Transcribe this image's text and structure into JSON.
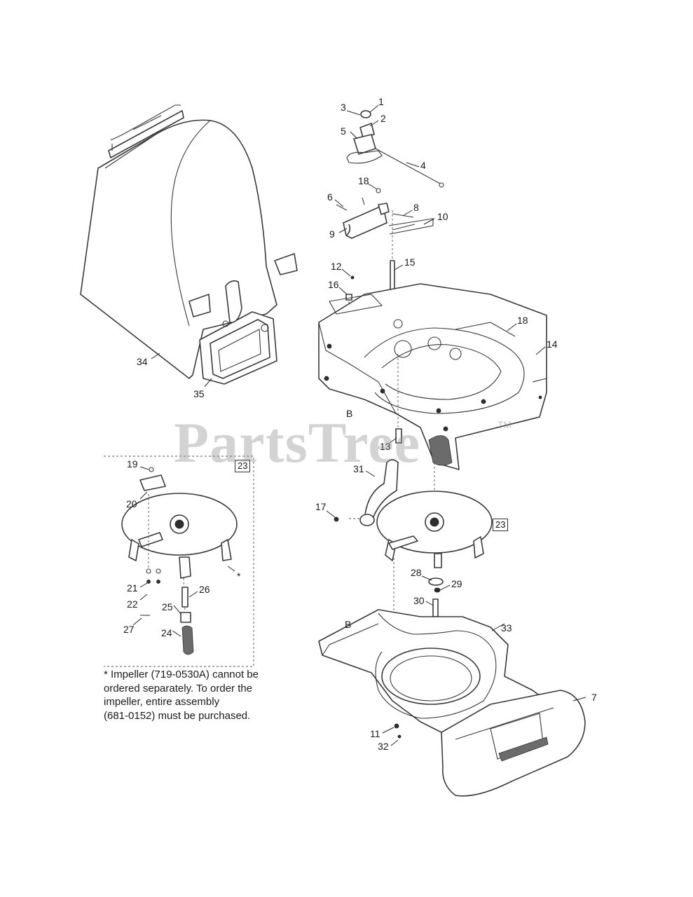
{
  "diagram": {
    "callouts": [
      {
        "id": "1",
        "label": "1"
      },
      {
        "id": "2",
        "label": "2"
      },
      {
        "id": "3",
        "label": "3"
      },
      {
        "id": "4",
        "label": "4"
      },
      {
        "id": "5",
        "label": "5"
      },
      {
        "id": "6",
        "label": "6"
      },
      {
        "id": "7",
        "label": "7"
      },
      {
        "id": "8",
        "label": "8"
      },
      {
        "id": "9",
        "label": "9"
      },
      {
        "id": "10",
        "label": "10"
      },
      {
        "id": "11",
        "label": "11"
      },
      {
        "id": "12",
        "label": "12"
      },
      {
        "id": "13",
        "label": "13"
      },
      {
        "id": "14",
        "label": "14"
      },
      {
        "id": "15",
        "label": "15"
      },
      {
        "id": "16",
        "label": "16"
      },
      {
        "id": "17",
        "label": "17"
      },
      {
        "id": "18a",
        "label": "18"
      },
      {
        "id": "18b",
        "label": "18"
      },
      {
        "id": "19",
        "label": "19"
      },
      {
        "id": "20",
        "label": "20"
      },
      {
        "id": "21",
        "label": "21"
      },
      {
        "id": "22",
        "label": "22"
      },
      {
        "id": "24",
        "label": "24"
      },
      {
        "id": "25",
        "label": "25"
      },
      {
        "id": "26",
        "label": "26"
      },
      {
        "id": "27",
        "label": "27"
      },
      {
        "id": "28",
        "label": "28"
      },
      {
        "id": "29",
        "label": "29"
      },
      {
        "id": "30",
        "label": "30"
      },
      {
        "id": "31",
        "label": "31"
      },
      {
        "id": "32",
        "label": "32"
      },
      {
        "id": "33",
        "label": "33"
      },
      {
        "id": "34",
        "label": "34"
      },
      {
        "id": "35",
        "label": "35"
      },
      {
        "id": "Ba",
        "label": "B"
      },
      {
        "id": "Bb",
        "label": "B"
      },
      {
        "id": "star",
        "label": "*"
      }
    ],
    "assembly_refs": [
      {
        "id": "inset",
        "label": "23"
      },
      {
        "id": "main",
        "label": "23"
      }
    ],
    "footnote": [
      "* Impeller (719-0530A) cannot be",
      "ordered separately. To order the",
      "impeller, entire assembly",
      "(681-0152) must be purchased."
    ],
    "watermark": "PartsTree",
    "watermark_tm": "TM"
  }
}
